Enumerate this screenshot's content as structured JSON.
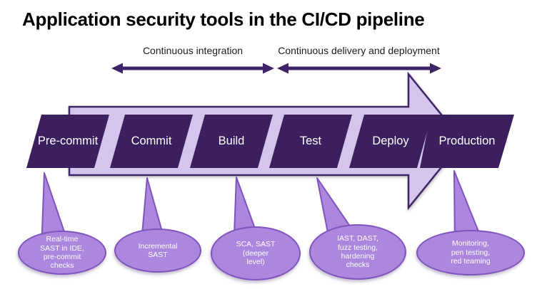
{
  "title": "Application security tools in the CI/CD pipeline",
  "phase_arrows": [
    {
      "label": "Continuous integration"
    },
    {
      "label": "Continuous delivery and deployment"
    }
  ],
  "pipeline_stages": [
    {
      "label": "Pre-commit"
    },
    {
      "label": "Commit"
    },
    {
      "label": "Build"
    },
    {
      "label": "Test"
    },
    {
      "label": "Deploy"
    },
    {
      "label": "Production"
    }
  ],
  "callouts": [
    {
      "stage": "Pre-commit",
      "lines": [
        "Real-time",
        "SAST in IDE,",
        "pre-commit",
        "checks"
      ]
    },
    {
      "stage": "Commit",
      "lines": [
        "Incremental",
        "SAST"
      ]
    },
    {
      "stage": "Build",
      "lines": [
        "SCA, SAST",
        "(deeper",
        "level)"
      ]
    },
    {
      "stage": "Test",
      "lines": [
        "IAST, DAST,",
        "fuzz testing,",
        "hardening",
        "checks"
      ]
    },
    {
      "stage": "Production",
      "lines": [
        "Monitoring,",
        "pen testing,",
        "red teaming"
      ]
    }
  ],
  "colors": {
    "stage_fill": "#3b1f5e",
    "stage_text": "#ffffff",
    "pipeline_arrow_fill": "#d3c5ec",
    "pipeline_arrow_border": "#3f2566",
    "callout_fill": "#ab87dd",
    "callout_border": "#8153bd",
    "callout_text": "#ffffff",
    "phase_arrow": "#3f2468",
    "title_text": "#000000"
  }
}
